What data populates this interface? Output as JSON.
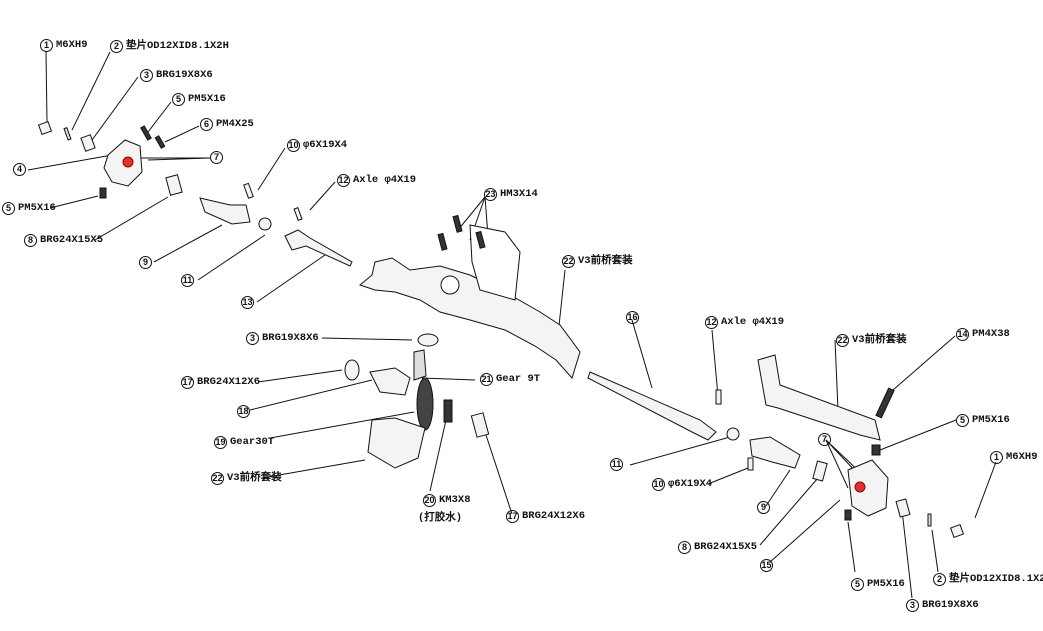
{
  "colors": {
    "line": "#111111",
    "part_fill": "#f4f4f4",
    "part_dark": "#333333",
    "highlight": "#e03030"
  },
  "callouts": [
    {
      "id": "c1a",
      "num": "1",
      "text": "M6XH9"
    },
    {
      "id": "c2a",
      "num": "2",
      "text": "垫片OD12XID8.1X2H"
    },
    {
      "id": "c3a",
      "num": "3",
      "text": "BRG19X8X6"
    },
    {
      "id": "c5a",
      "num": "5",
      "text": "PM5X16"
    },
    {
      "id": "c6a",
      "num": "6",
      "text": "PM4X25"
    },
    {
      "id": "c7a",
      "num": "7",
      "text": ""
    },
    {
      "id": "c4a",
      "num": "4",
      "text": ""
    },
    {
      "id": "c5b",
      "num": "5",
      "text": "PM5X16"
    },
    {
      "id": "c8a",
      "num": "8",
      "text": "BRG24X15X5"
    },
    {
      "id": "c9a",
      "num": "9",
      "text": ""
    },
    {
      "id": "c10a",
      "num": "10",
      "text": "φ6X19X4"
    },
    {
      "id": "c11a",
      "num": "11",
      "text": ""
    },
    {
      "id": "c12a",
      "num": "12",
      "text": "Axle φ4X19"
    },
    {
      "id": "c13a",
      "num": "13",
      "text": ""
    },
    {
      "id": "c23a",
      "num": "23",
      "text": "HM3X14"
    },
    {
      "id": "c22a",
      "num": "22",
      "text": "V3前桥套装"
    },
    {
      "id": "c3b",
      "num": "3",
      "text": "BRG19X8X6"
    },
    {
      "id": "c17a",
      "num": "17",
      "text": "BRG24X12X6"
    },
    {
      "id": "c21a",
      "num": "21",
      "text": "Gear 9T"
    },
    {
      "id": "c18a",
      "num": "18",
      "text": ""
    },
    {
      "id": "c19a",
      "num": "19",
      "text": "Gear30T"
    },
    {
      "id": "c22b",
      "num": "22",
      "text": "V3前桥套装"
    },
    {
      "id": "c20a",
      "num": "20",
      "text": "KM3X8"
    },
    {
      "id": "c17b",
      "num": "17",
      "text": "BRG24X12X6"
    },
    {
      "id": "c16a",
      "num": "16",
      "text": ""
    },
    {
      "id": "c12b",
      "num": "12",
      "text": "Axle φ4X19"
    },
    {
      "id": "c22c",
      "num": "22",
      "text": "V3前桥套装"
    },
    {
      "id": "c14a",
      "num": "14",
      "text": "PM4X38"
    },
    {
      "id": "c5c",
      "num": "5",
      "text": "PM5X16"
    },
    {
      "id": "c1b",
      "num": "1",
      "text": "M6XH9"
    },
    {
      "id": "c7b",
      "num": "7",
      "text": ""
    },
    {
      "id": "c11b",
      "num": "11",
      "text": ""
    },
    {
      "id": "c10b",
      "num": "10",
      "text": "φ6X19X4"
    },
    {
      "id": "c9b",
      "num": "9",
      "text": ""
    },
    {
      "id": "c8b",
      "num": "8",
      "text": "BRG24X15X5"
    },
    {
      "id": "c15a",
      "num": "15",
      "text": ""
    },
    {
      "id": "c5d",
      "num": "5",
      "text": "PM5X16"
    },
    {
      "id": "c2b",
      "num": "2",
      "text": "垫片OD12XID8.1X2H"
    },
    {
      "id": "c3c",
      "num": "3",
      "text": "BRG19X8X6"
    }
  ],
  "notes": {
    "c20a_sub": "(打胶水)"
  }
}
